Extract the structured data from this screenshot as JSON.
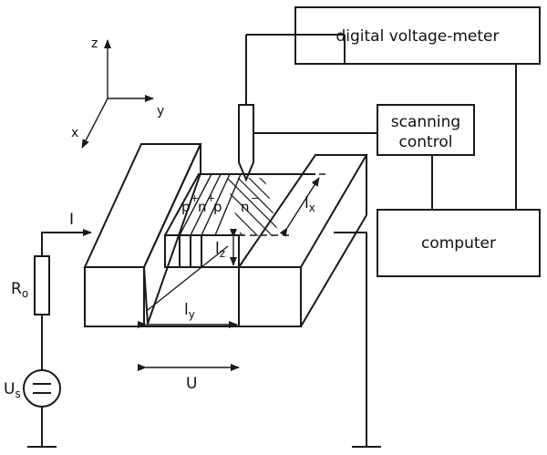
{
  "boxes": {
    "voltmeter": "digital voltage-meter",
    "scanning_line1": "scanning",
    "scanning_line2": "control",
    "computer": "computer"
  },
  "axes": {
    "x": "x",
    "y": "y",
    "z": "z"
  },
  "layers": {
    "p_plus": "p",
    "n_plus": "n",
    "p": "p",
    "n_minus": "n",
    "plus": "+",
    "minus": "−"
  },
  "labels": {
    "current": "I",
    "potential": "U",
    "resistor": "R",
    "resistor_sub": "o",
    "source": "U",
    "source_sub": "s",
    "lx": "l",
    "lx_sub": "x",
    "ly": "l",
    "ly_sub": "y",
    "lz": "l",
    "lz_sub": "z"
  }
}
